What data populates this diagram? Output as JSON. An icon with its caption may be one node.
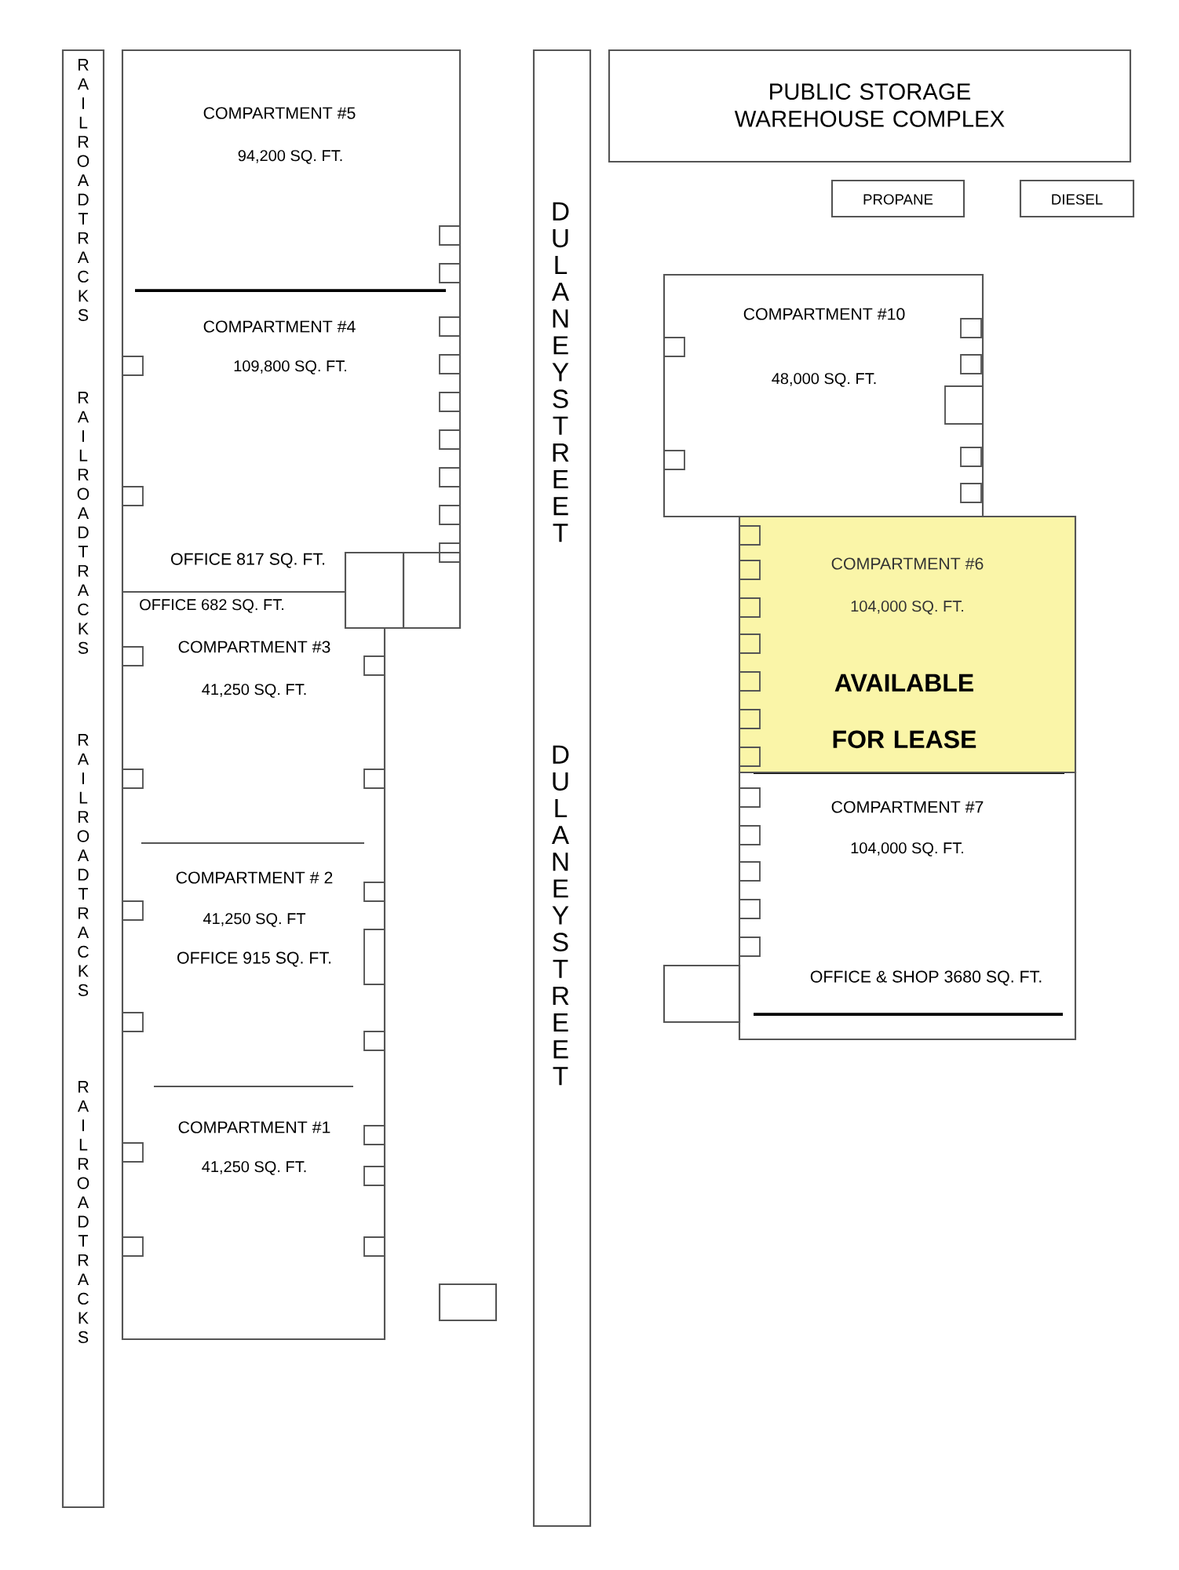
{
  "diagram": {
    "nodes": [
      {
        "text": [
          "RAILROAD TRACKS",
          "RAILROAD TRACKS",
          "RAILROAD TRACKS",
          "RAILROAD TRACKS"
        ]
      },
      {
        "text": [
          "COMPARTMENT #5",
          "94,200 SQ. FT.",
          "COMPARTMENT #4",
          "109,800 SQ. FT.",
          "OFFICE 817 SQ. FT.",
          "OFFICE 682 SQ. FT.",
          "COMPARTMENT #3",
          "41,250 SQ. FT.",
          "COMPARTMENT # 2",
          "41,250 SQ. FT",
          "OFFICE 915 SQ. FT.",
          "COMPARTMENT #1",
          "41,250 SQ. FT."
        ]
      },
      {
        "text": [
          "DULANEY STREET",
          "DULANEY STREET"
        ]
      },
      {
        "text": [
          "PUBLIC STORAGE WAREHOUSE COMPLEX"
        ]
      },
      {
        "text": [
          "PROPANE"
        ]
      },
      {
        "text": [
          "DIESEL"
        ]
      },
      {
        "text": [
          "COMPARTMENT #10",
          "48,000 SQ. FT."
        ]
      },
      {
        "text": [
          "COMPARTMENT #6",
          "104,000 SQ. FT.",
          "AVAILABLE FOR LEASE"
        ]
      },
      {
        "text": [
          "COMPARTMENT #7",
          "104,000 SQ. FT.",
          "OFFICE & SHOP 3680 SQ. FT."
        ]
      },
      {
        "text": [],
        "shape": "box",
        "in": 1
      },
      {
        "text": [],
        "shape": "box",
        "in": 1
      },
      {
        "text": [],
        "shape": "box"
      },
      {
        "text": [],
        "shape": "box"
      }
    ]
  }
}
